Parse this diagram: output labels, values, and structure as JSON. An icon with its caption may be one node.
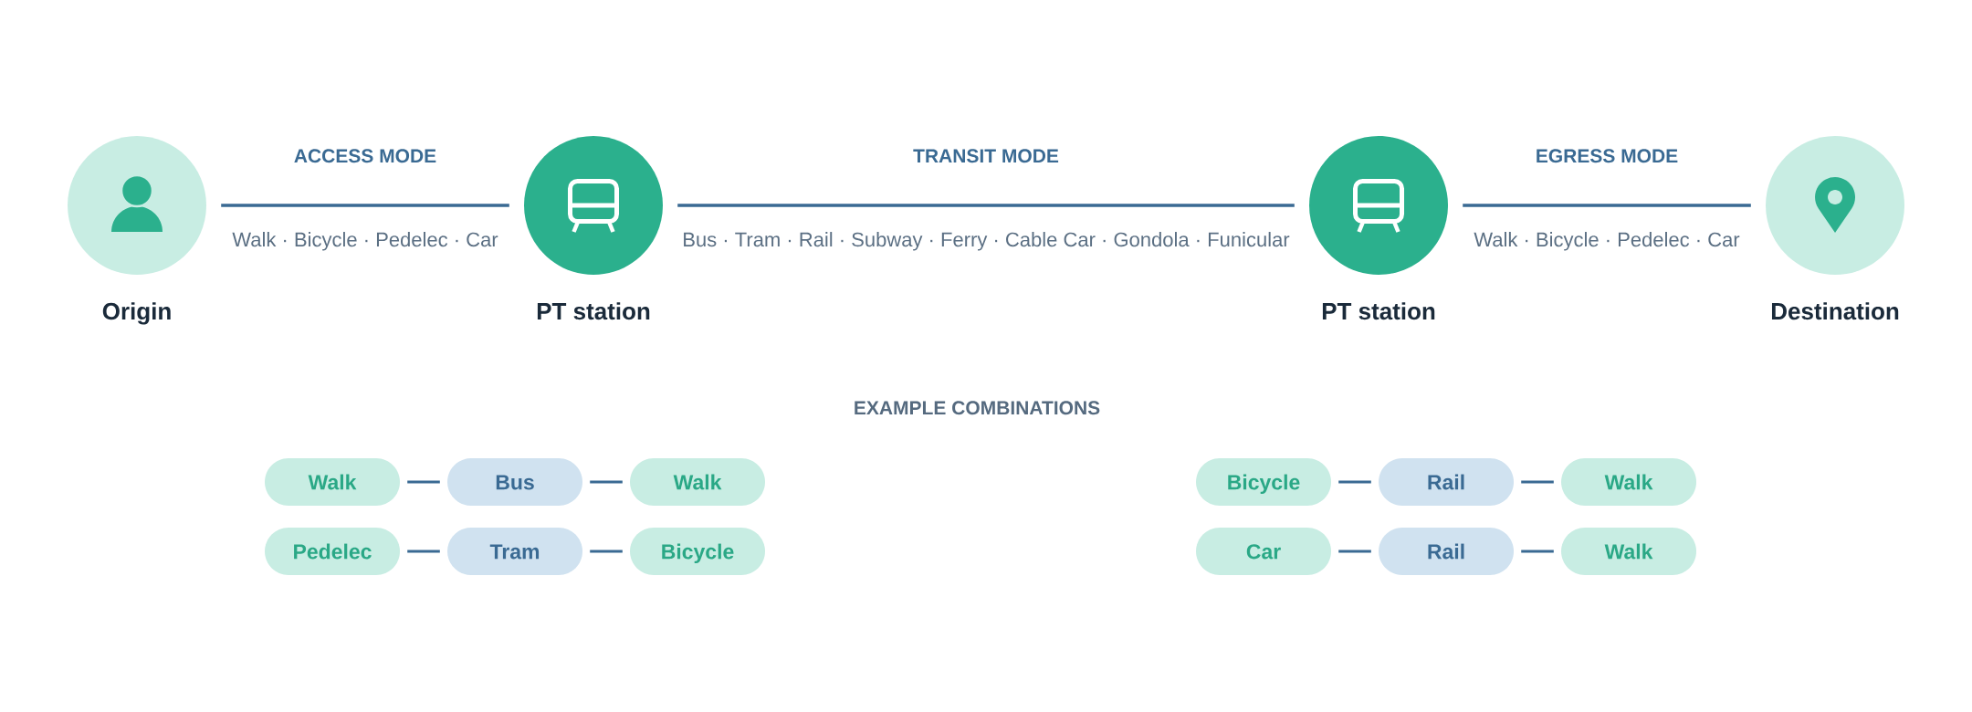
{
  "diagram": {
    "nodes": [
      {
        "text": [
          "Origin"
        ]
      },
      {
        "text": [
          "PT station"
        ]
      },
      {
        "text": [
          "PT station"
        ]
      },
      {
        "text": [
          "Destination"
        ]
      },
      {
        "text": [
          "Walk"
        ]
      },
      {
        "text": [
          "Bus"
        ]
      },
      {
        "text": [
          "Walk"
        ]
      },
      {
        "text": [
          "Bicycle"
        ]
      },
      {
        "text": [
          "Rail"
        ]
      },
      {
        "text": [
          "Walk"
        ]
      },
      {
        "text": [
          "Pedelec"
        ]
      },
      {
        "text": [
          "Tram"
        ]
      },
      {
        "text": [
          "Bicycle"
        ]
      },
      {
        "text": [
          "Car"
        ]
      },
      {
        "text": [
          "Rail"
        ]
      },
      {
        "text": [
          "Walk"
        ]
      }
    ],
    "edges": [
      {
        "from": 0,
        "to": 1,
        "arrow": "none",
        "label": "ACCESS MODE"
      },
      {
        "from": 1,
        "to": 2,
        "arrow": "none",
        "label": "TRANSIT MODE"
      },
      {
        "from": 2,
        "to": 3,
        "arrow": "none",
        "label": "EGRESS MODE"
      },
      {
        "from": 4,
        "to": 5,
        "arrow": "none"
      },
      {
        "from": 5,
        "to": 6,
        "arrow": "none"
      },
      {
        "from": 7,
        "to": 8,
        "arrow": "none"
      },
      {
        "from": 8,
        "to": 9,
        "arrow": "none"
      },
      {
        "from": 10,
        "to": 11,
        "arrow": "none"
      },
      {
        "from": 11,
        "to": 12,
        "arrow": "none"
      },
      {
        "from": 13,
        "to": 14,
        "arrow": "none"
      },
      {
        "from": 14,
        "to": 15,
        "arrow": "none"
      }
    ],
    "labels": [
      "Walk · Bicycle · Pedelec · Car",
      "Bus · Tram · Rail · Subway · Ferry · Cable Car · Gondola · Funicular",
      "Walk · Bicycle · Pedelec · Car",
      "EXAMPLE COMBINATIONS"
    ]
  }
}
